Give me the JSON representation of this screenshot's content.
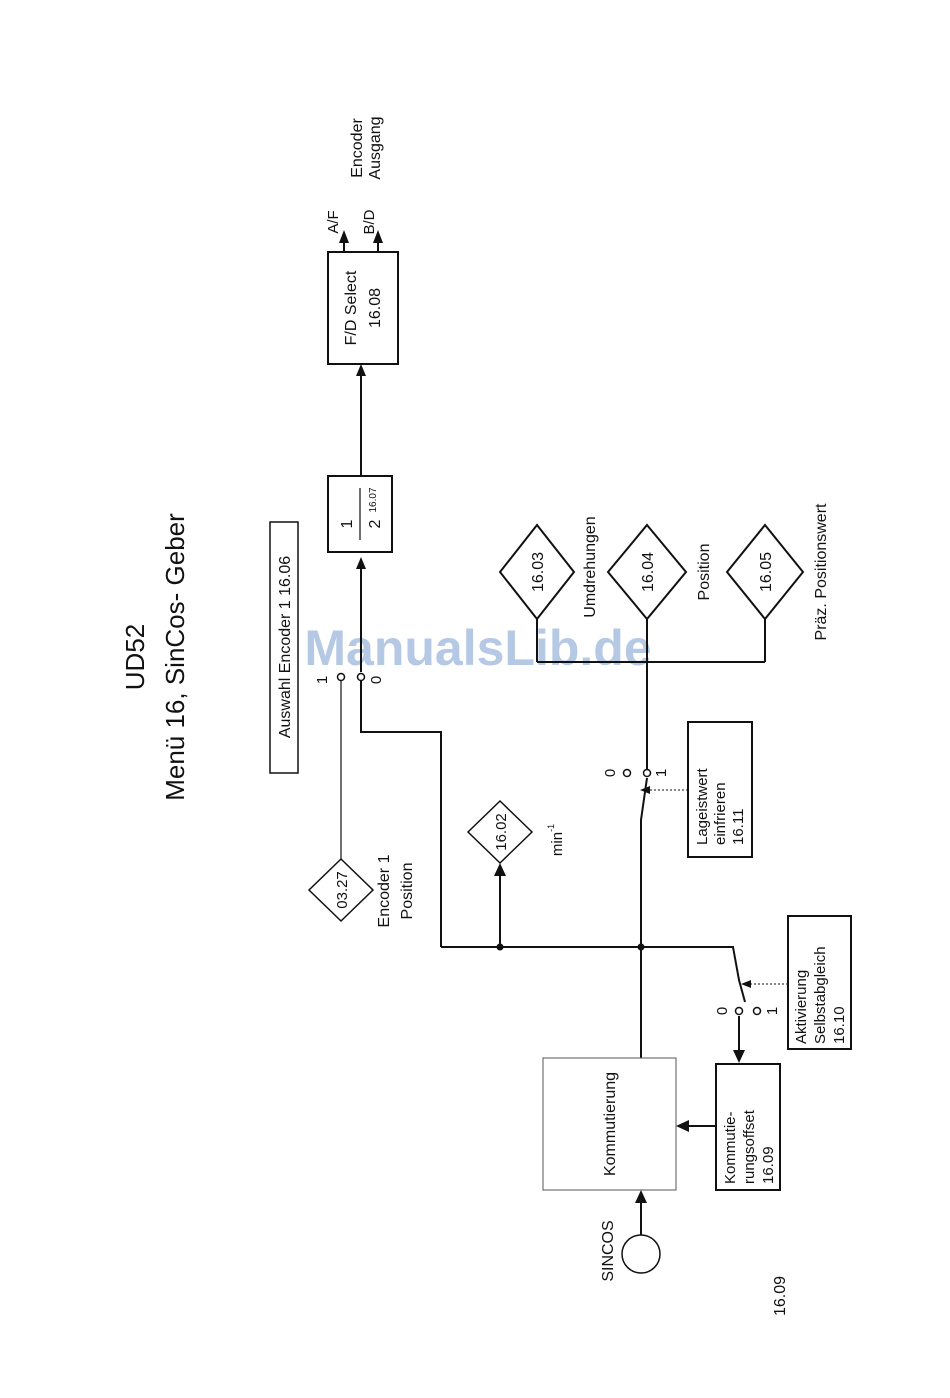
{
  "title": "UD52",
  "subtitle": "Menü 16, SinCos- Geber",
  "page_number": "16.09",
  "watermark": "ManualsLib.de",
  "blocks": {
    "encoder_select": "Auswahl Encoder 1  16.06",
    "divider_num": "1",
    "divider_den": "2",
    "divider_param": "16.07",
    "fd_select_line1": "F/D Select",
    "fd_select_line2": "16.08",
    "kommutierung": "Kommutierung",
    "offset_line1": "Kommutie-",
    "offset_line2": "rungsoffset",
    "offset_line3": "16.09",
    "freeze_line1": "Lageistwert",
    "freeze_line2": "einfrieren",
    "freeze_line3": "16.11",
    "auto_line1": "Aktivierung",
    "auto_line2": "Selbstabgleich",
    "auto_line3": "16.10"
  },
  "parameters": {
    "p0327": "03.27",
    "p1602": "16.02",
    "p1603": "16.03",
    "p1604": "16.04",
    "p1605": "16.05"
  },
  "labels": {
    "encoder1_line1": "Encoder 1",
    "encoder1_line2": "Position",
    "speed_unit": "min",
    "speed_unit_exp": "-1",
    "umdrehungen": "Umdrehungen",
    "position": "Position",
    "praez": "Präz. Positionswert",
    "sincos": "SINCOS",
    "out_af": "A/F",
    "out_bd": "B/D",
    "out_line1": "Encoder",
    "out_line2": "Ausgang",
    "sw_one": "1",
    "sw_zero": "0"
  }
}
